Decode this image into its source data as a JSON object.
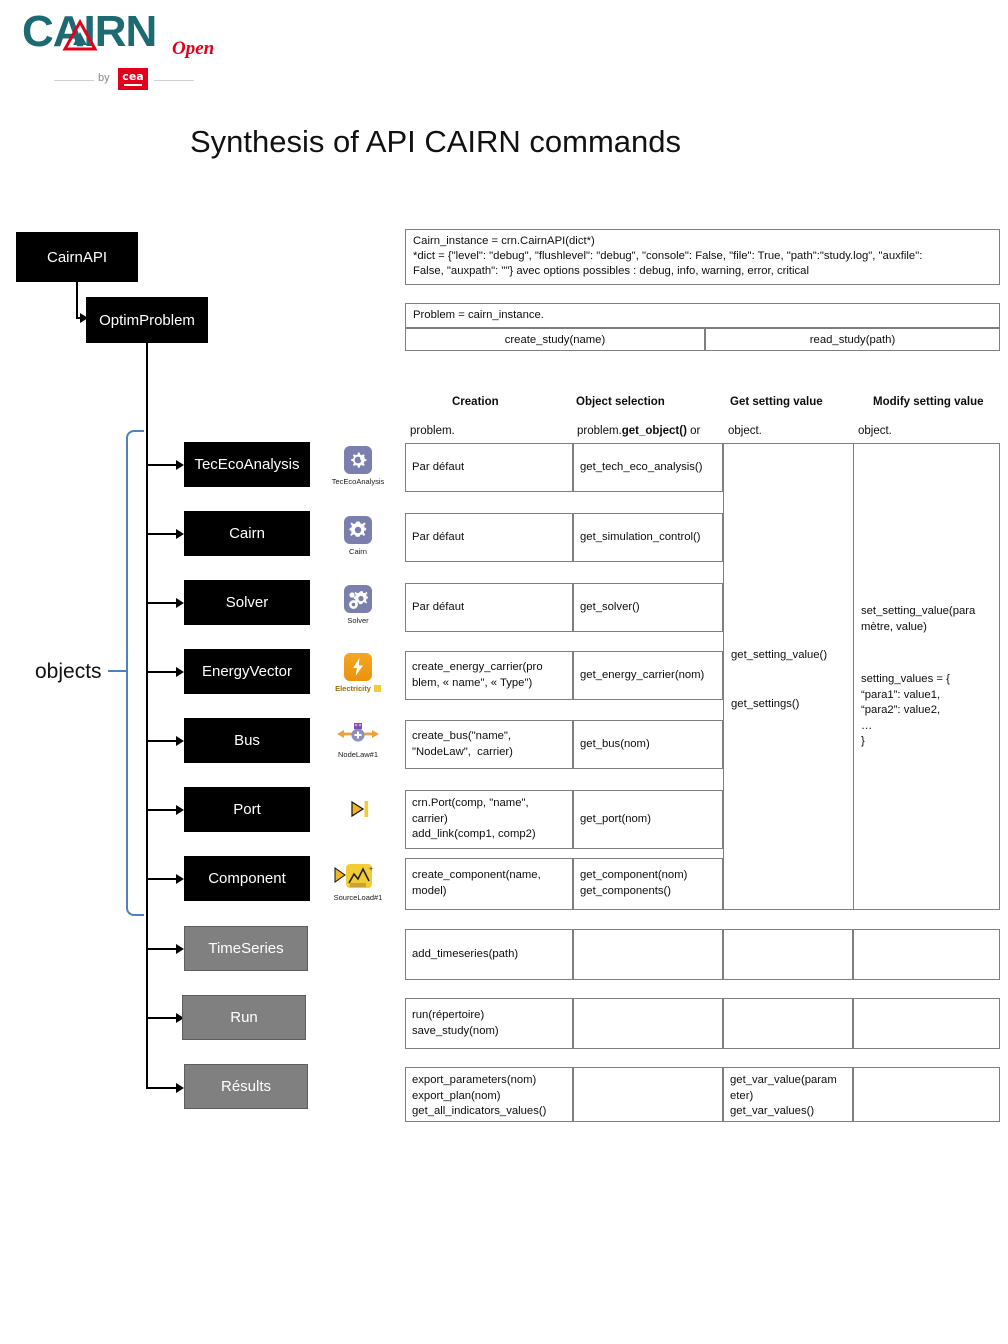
{
  "logo": {
    "brand": "CAIRN",
    "suffix": "Open",
    "by": "by",
    "partner": "cea"
  },
  "title": "Synthesis of API CAIRN commands",
  "objects_label": "objects",
  "flow": {
    "root": "CairnAPI",
    "second": "OptimProblem",
    "nodes": [
      {
        "label": "TecEcoAnalysis",
        "style": "black",
        "icon": "gear-leaf-icon",
        "icon_caption": "TecEcoAnalysis"
      },
      {
        "label": "Cairn",
        "style": "black",
        "icon": "gear-icon",
        "icon_caption": "Cairn"
      },
      {
        "label": "Solver",
        "style": "black",
        "icon": "gears-icon",
        "icon_caption": "Solver"
      },
      {
        "label": "EnergyVector",
        "style": "black",
        "icon": "lightning-bolt-icon",
        "icon_caption": "Electricity"
      },
      {
        "label": "Bus",
        "style": "black",
        "icon": "node-law-icon",
        "icon_caption": "NodeLaw#1"
      },
      {
        "label": "Port",
        "style": "black",
        "icon": "port-arrow-icon",
        "icon_caption": ""
      },
      {
        "label": "Component",
        "style": "black",
        "icon": "source-load-icon",
        "icon_caption": "SourceLoad#1"
      },
      {
        "label": "TimeSeries",
        "style": "grey",
        "icon": "",
        "icon_caption": ""
      },
      {
        "label": "Run",
        "style": "grey",
        "icon": "",
        "icon_caption": ""
      },
      {
        "label": "Résults",
        "style": "grey",
        "icon": "",
        "icon_caption": ""
      }
    ]
  },
  "instance_box": {
    "line1": "Cairn_instance = crn.CairnAPI(dict*)",
    "line2": "*dict = {\"level\": \"debug\", \"flushlevel\": \"debug\",  \"console\": False, \"file\": True, \"path\":\"study.log\", \"auxfile\":",
    "line3": "False, \"auxpath\": \"\"} avec options possibles : debug,  info, warning, error, critical"
  },
  "problem_box": {
    "header": "Problem = cairn_instance.",
    "cell_left": "create_study(name)",
    "cell_right": "read_study(path)"
  },
  "columns": {
    "headers": [
      "Creation",
      "Object selection",
      "Get setting value",
      "Modify setting value"
    ],
    "sub_creation": "problem.",
    "sub_object_prefix": "problem.",
    "sub_object_bold": "get_object()",
    "sub_object_suffix": " or",
    "sub_get": "object.",
    "sub_modify": "object."
  },
  "rows": [
    {
      "creation": "Par défaut",
      "selection": "get_tech_eco_analysis()"
    },
    {
      "creation": "Par défaut",
      "selection": "get_simulation_control()"
    },
    {
      "creation": "Par défaut",
      "selection": "get_solver()"
    },
    {
      "creation": "create_energy_carrier(pro\nblem, « name\", « Type\")",
      "selection": "get_energy_carrier(nom)"
    },
    {
      "creation": "create_bus(\"name\",\n\"NodeLaw\",  carrier)",
      "selection": "get_bus(nom)"
    },
    {
      "creation": "crn.Port(comp, \"name\",\ncarrier)\nadd_link(comp1, comp2)",
      "selection": "get_port(nom)"
    },
    {
      "creation": "create_component(name,\nmodel)",
      "selection": "get_component(nom)\nget_components()"
    }
  ],
  "span_cells": {
    "get_setting": "get_setting_value()",
    "get_settings": "get_settings()",
    "modify_top": "set_setting_value(para\nmètre, value)",
    "modify_bottom": "setting_values = {\n“para1”: value1,\n“para2”: value2,\n…\n}"
  },
  "tail_rows": [
    {
      "creation": "add_timeseries(path)",
      "selection": "",
      "get": "",
      "modify": ""
    },
    {
      "creation": "run(répertoire)\nsave_study(nom)",
      "selection": "",
      "get": "",
      "modify": ""
    },
    {
      "creation": "export_parameters(nom)\nexport_plan(nom)\nget_all_indicators_values()",
      "selection": "",
      "get": "get_var_value(param\neter)\nget_var_values()",
      "modify": ""
    }
  ],
  "colors": {
    "accent_blue": "#4f81bd",
    "brand_teal": "#1d6a72",
    "brand_red": "#e2001a",
    "box_black": "#000000",
    "box_grey": "#808080",
    "table_border": "#7f7f7f"
  }
}
